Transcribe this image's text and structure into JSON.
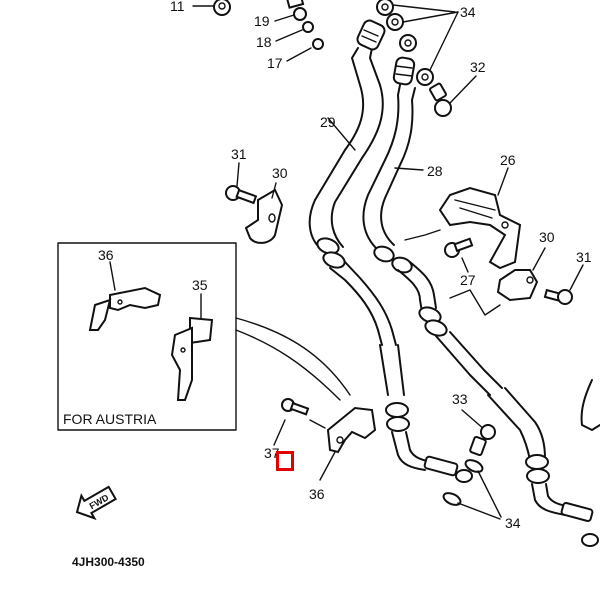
{
  "diagram": {
    "title": "Front brake hose parts diagram",
    "part_code": "4JH300-4350",
    "inset": {
      "caption": "FOR AUSTRIA",
      "labels": [
        "36",
        "35"
      ]
    },
    "forward_arrow": {
      "label": "FWD"
    },
    "labels": {
      "p11": "11",
      "p19": "19",
      "p18": "18",
      "p17": "17",
      "p34_top": "34",
      "p32": "32",
      "p29": "29",
      "p28": "28",
      "p26": "26",
      "p31_left": "31",
      "p30_left": "30",
      "p30_right": "30",
      "p31_right": "31",
      "p27": "27",
      "p33": "33",
      "p37": "37",
      "p36": "36",
      "p34_bottom": "34"
    },
    "selection": {
      "target": "37",
      "color": "#e00000"
    }
  }
}
